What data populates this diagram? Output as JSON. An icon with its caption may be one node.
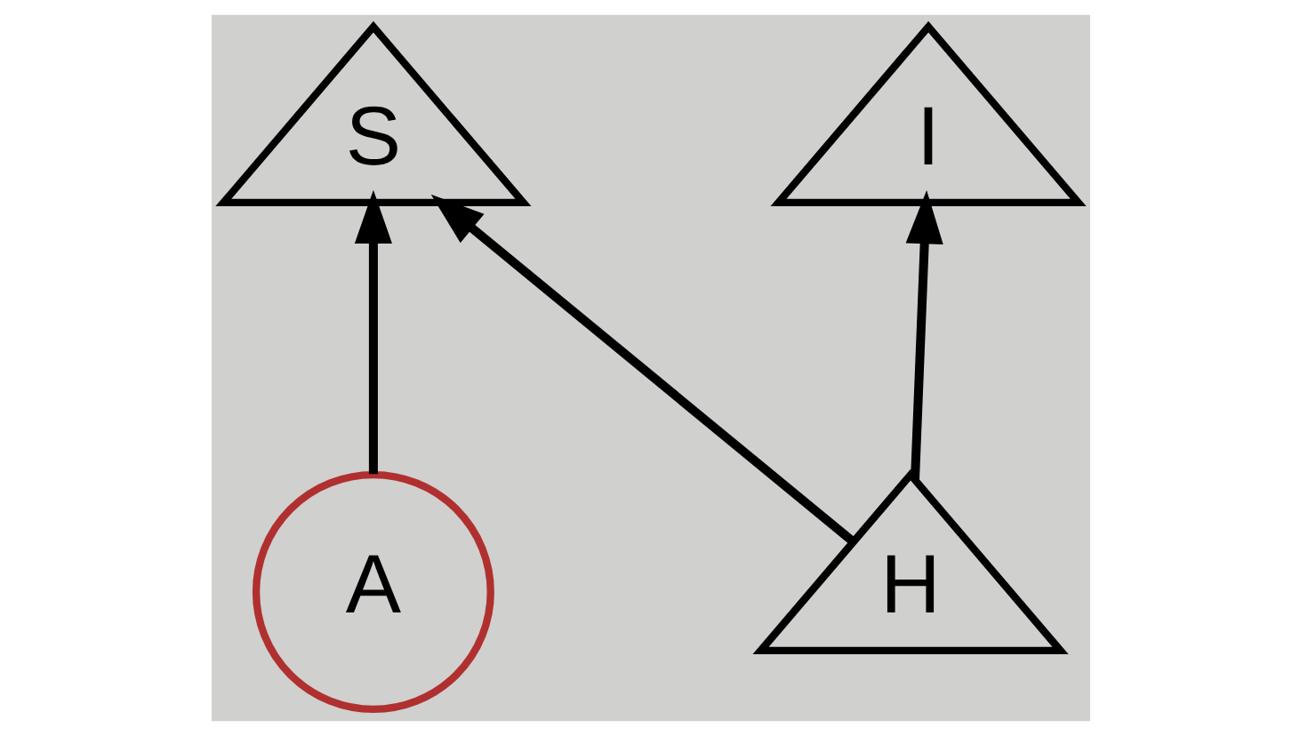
{
  "diagram": {
    "nodes": [
      {
        "text": [
          "S"
        ]
      },
      {
        "text": [
          "I"
        ]
      },
      {
        "text": [
          "A"
        ]
      },
      {
        "text": [
          "H"
        ]
      }
    ],
    "edges": [
      {
        "from": 2,
        "to": 0,
        "arrow": "to"
      },
      {
        "from": 3,
        "to": 0,
        "arrow": "to"
      },
      {
        "from": 3,
        "to": 1,
        "arrow": "to"
      }
    ]
  }
}
